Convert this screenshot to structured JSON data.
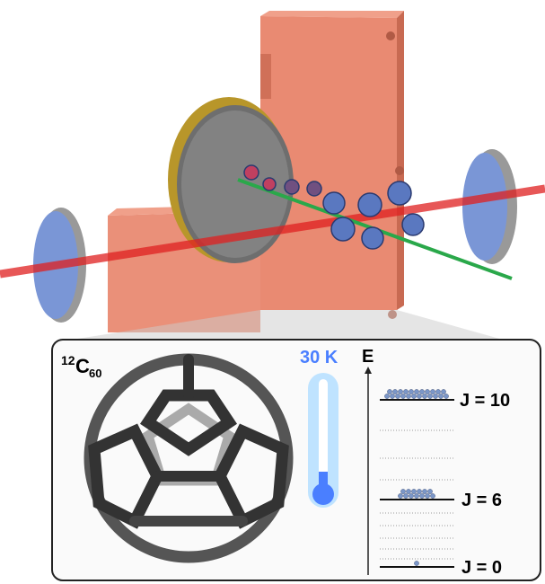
{
  "molecule_label": {
    "main": "12",
    "element": "C",
    "sub": "60"
  },
  "temperature": "30 K",
  "energy_axis": "E",
  "levels": [
    {
      "label": "J = 10",
      "population": 23
    },
    {
      "label": "J = 6",
      "population": 13
    },
    {
      "label": "J = 0",
      "population": 1
    }
  ],
  "colors": {
    "copper": "#e8846a",
    "laser_red": "#e02020",
    "laser_green": "#2aa84a",
    "thermo_blue": "#4a7fff",
    "mirror": "#6f8fd0"
  }
}
